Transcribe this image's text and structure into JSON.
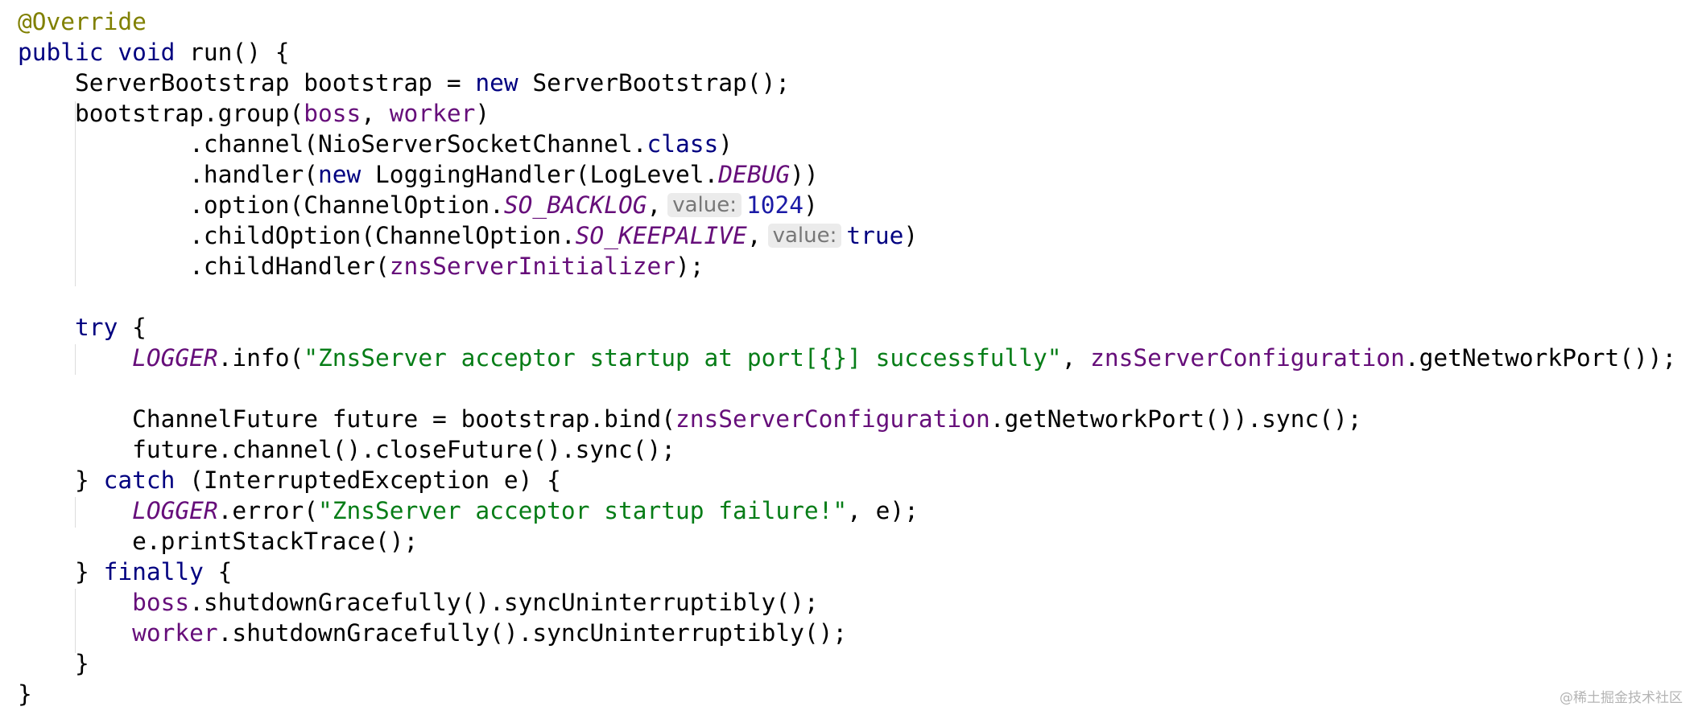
{
  "code_lines": [
    [
      {
        "t": "@Override",
        "c": "ann"
      }
    ],
    [
      {
        "t": "public",
        "c": "kw"
      },
      {
        "t": " "
      },
      {
        "t": "void",
        "c": "kw"
      },
      {
        "t": " run() {"
      }
    ],
    [
      {
        "t": "    ServerBootstrap bootstrap = "
      },
      {
        "t": "new",
        "c": "kw"
      },
      {
        "t": " ServerBootstrap();"
      }
    ],
    [
      {
        "t": "    bootstrap.group("
      },
      {
        "t": "boss",
        "c": "field"
      },
      {
        "t": ", "
      },
      {
        "t": "worker",
        "c": "field"
      },
      {
        "t": ")"
      }
    ],
    [
      {
        "t": "            .channel(NioServerSocketChannel."
      },
      {
        "t": "class",
        "c": "kw"
      },
      {
        "t": ")"
      }
    ],
    [
      {
        "t": "            .handler("
      },
      {
        "t": "new",
        "c": "kw"
      },
      {
        "t": " LoggingHandler(LogLevel."
      },
      {
        "t": "DEBUG",
        "c": "static"
      },
      {
        "t": "))"
      }
    ],
    [
      {
        "t": "            .option(ChannelOption."
      },
      {
        "t": "SO_BACKLOG",
        "c": "static"
      },
      {
        "t": ","
      },
      {
        "t": "value:",
        "c": "hint"
      },
      {
        "t": "1024",
        "c": "num"
      },
      {
        "t": ")"
      }
    ],
    [
      {
        "t": "            .childOption(ChannelOption."
      },
      {
        "t": "SO_KEEPALIVE",
        "c": "static"
      },
      {
        "t": ","
      },
      {
        "t": "value:",
        "c": "hint"
      },
      {
        "t": "true",
        "c": "kw"
      },
      {
        "t": ")"
      }
    ],
    [
      {
        "t": "            .childHandler("
      },
      {
        "t": "znsServerInitializer",
        "c": "field"
      },
      {
        "t": ");"
      }
    ],
    [],
    [
      {
        "t": "    "
      },
      {
        "t": "try",
        "c": "kw"
      },
      {
        "t": " {"
      }
    ],
    [
      {
        "t": "        "
      },
      {
        "t": "LOGGER",
        "c": "static"
      },
      {
        "t": ".info("
      },
      {
        "t": "\"ZnsServer acceptor startup at port[{}] successfully\"",
        "c": "str"
      },
      {
        "t": ", "
      },
      {
        "t": "znsServerConfiguration",
        "c": "field"
      },
      {
        "t": ".getNetworkPort());"
      }
    ],
    [],
    [
      {
        "t": "        ChannelFuture future = bootstrap.bind("
      },
      {
        "t": "znsServerConfiguration",
        "c": "field"
      },
      {
        "t": ".getNetworkPort()).sync();"
      }
    ],
    [
      {
        "t": "        future.channel().closeFuture().sync();"
      }
    ],
    [
      {
        "t": "    } "
      },
      {
        "t": "catch",
        "c": "kw"
      },
      {
        "t": " (InterruptedException e) {"
      }
    ],
    [
      {
        "t": "        "
      },
      {
        "t": "LOGGER",
        "c": "static"
      },
      {
        "t": ".error("
      },
      {
        "t": "\"ZnsServer acceptor startup failure!\"",
        "c": "str"
      },
      {
        "t": ", e);"
      }
    ],
    [
      {
        "t": "        e.printStackTrace();"
      }
    ],
    [
      {
        "t": "    } "
      },
      {
        "t": "finally",
        "c": "kw"
      },
      {
        "t": " {"
      }
    ],
    [
      {
        "t": "        "
      },
      {
        "t": "boss",
        "c": "field"
      },
      {
        "t": ".shutdownGracefully().syncUninterruptibly();"
      }
    ],
    [
      {
        "t": "        "
      },
      {
        "t": "worker",
        "c": "field"
      },
      {
        "t": ".shutdownGracefully().syncUninterruptibly();"
      }
    ],
    [
      {
        "t": "    }"
      }
    ],
    [
      {
        "t": "}"
      }
    ]
  ],
  "colors": {
    "keyword": "#000080",
    "annotation": "#808000",
    "string": "#067d17",
    "number": "#1a1aa6",
    "field": "#660e7a",
    "hint_background": "#ebebeb",
    "hint_text": "#777777",
    "indent_guide": "#dcdcdc"
  },
  "watermark": "@稀土掘金技术社区"
}
